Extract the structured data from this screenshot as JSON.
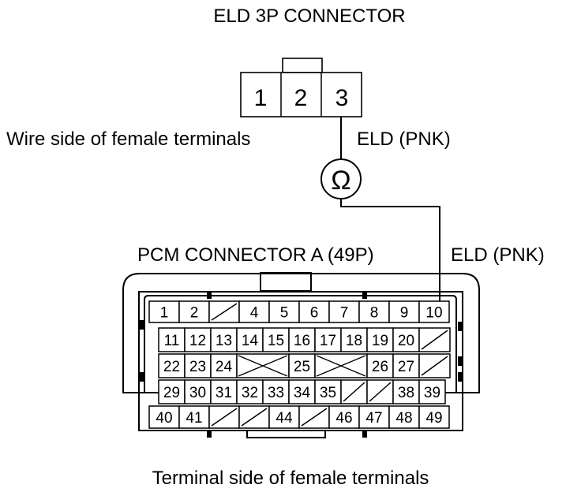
{
  "title_top": "ELD 3P CONNECTOR",
  "eld_connector": {
    "pins": [
      "1",
      "2",
      "3"
    ],
    "caption": "Wire side of female terminals",
    "wire_label": "ELD (PNK)"
  },
  "meter_symbol": "Ω",
  "pcm_connector": {
    "title": "PCM CONNECTOR A (49P)",
    "wire_label": "ELD (PNK)",
    "caption": "Terminal side of female terminals",
    "rows": [
      [
        "1",
        "2",
        "/",
        "4",
        "5",
        "6",
        "7",
        "8",
        "9",
        "10"
      ],
      [
        "11",
        "12",
        "13",
        "14",
        "15",
        "16",
        "17",
        "18",
        "19",
        "20",
        "/"
      ],
      [
        "22",
        "23",
        "24",
        "X",
        "25",
        "X",
        "26",
        "27",
        "/"
      ],
      [
        "29",
        "30",
        "31",
        "32",
        "33",
        "34",
        "35",
        "/",
        "/",
        "38",
        "39"
      ],
      [
        "40",
        "41",
        "/",
        "/",
        "44",
        "/",
        "46",
        "47",
        "48",
        "49"
      ]
    ]
  },
  "colors": {
    "line": "#000000",
    "background": "#ffffff"
  }
}
